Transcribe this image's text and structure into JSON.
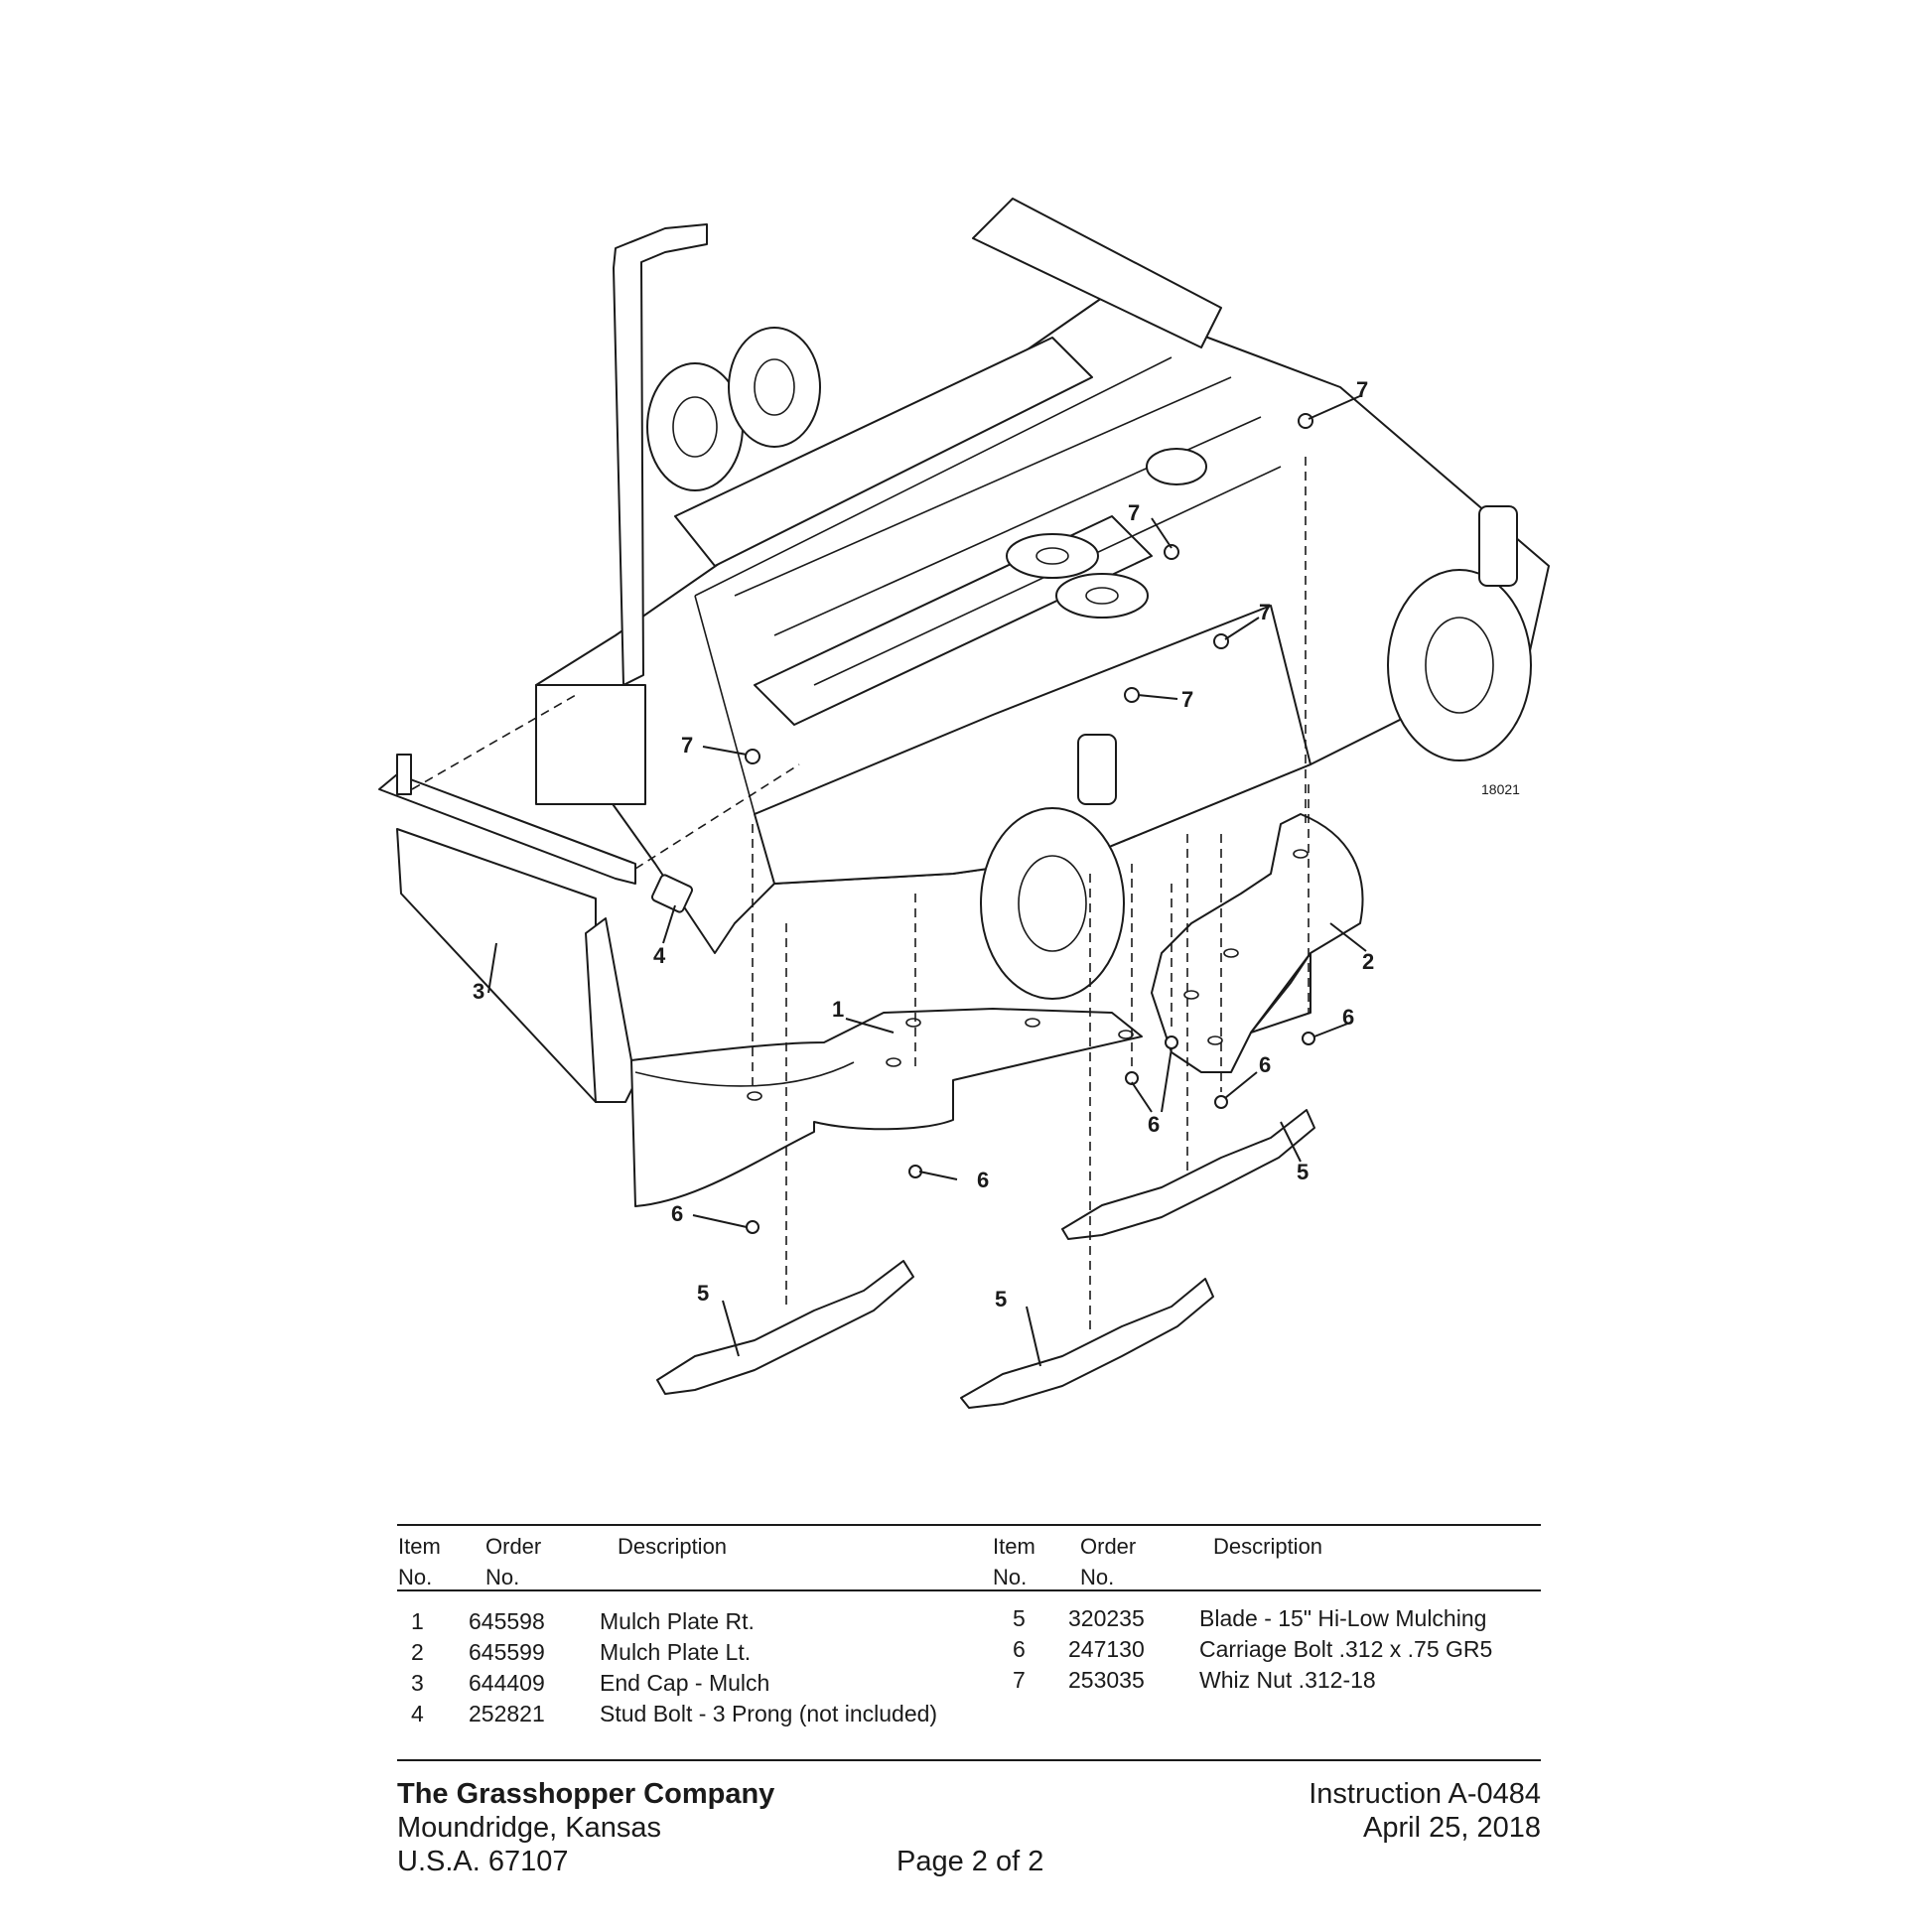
{
  "diagram": {
    "figure_number": "18021",
    "callouts": [
      "1",
      "2",
      "3",
      "4",
      "5",
      "6",
      "7"
    ]
  },
  "parts_table": {
    "headers": {
      "item": "Item\nNo.",
      "order": "Order\nNo.",
      "description": "Description"
    },
    "left_rows": [
      {
        "item": "1",
        "order": "645598",
        "description": "Mulch Plate Rt."
      },
      {
        "item": "2",
        "order": "645599",
        "description": "Mulch Plate Lt."
      },
      {
        "item": "3",
        "order": "644409",
        "description": "End Cap - Mulch"
      },
      {
        "item": "4",
        "order": "252821",
        "description": "Stud Bolt - 3 Prong (not included)"
      }
    ],
    "right_rows": [
      {
        "item": "5",
        "order": "320235",
        "description": "Blade - 15\" Hi-Low Mulching"
      },
      {
        "item": "6",
        "order": "247130",
        "description": "Carriage Bolt .312 x .75 GR5"
      },
      {
        "item": "7",
        "order": "253035",
        "description": "Whiz Nut .312-18"
      }
    ]
  },
  "footer": {
    "company": "The Grasshopper Company",
    "city": "Moundridge, Kansas",
    "country_zip": "U.S.A. 67107",
    "page": "Page 2 of 2",
    "instruction": "Instruction A-0484",
    "date": "April 25, 2018"
  }
}
